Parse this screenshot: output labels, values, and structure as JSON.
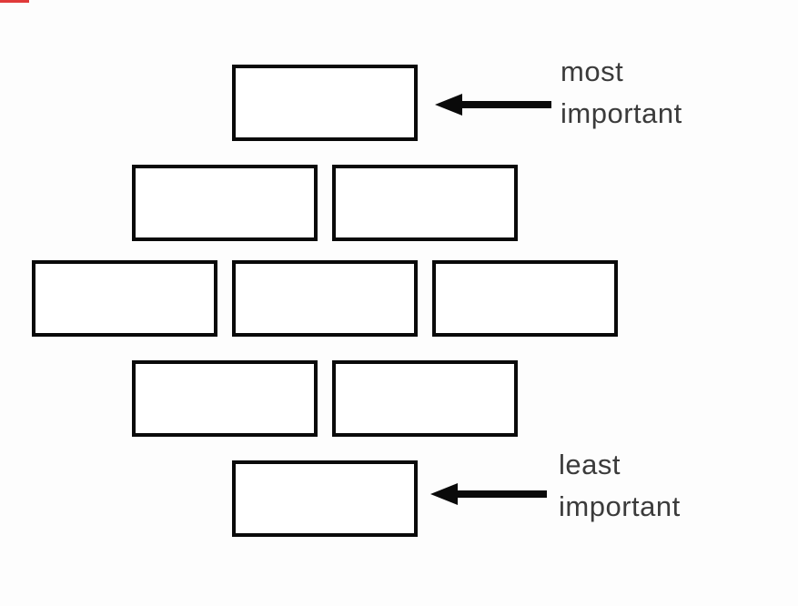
{
  "diagram": {
    "type": "diamond-ranking",
    "rows": [
      1,
      2,
      3,
      2,
      1
    ],
    "box_fill": "#ffffff",
    "box_border_color": "#0a0a0a",
    "arrow_color": "#0a0a0a",
    "label_color": "#3b3b3b",
    "background": "#fdfdfd"
  },
  "annotations": {
    "top": {
      "line1": "most",
      "line2": "important"
    },
    "bottom": {
      "line1": "least",
      "line2": "important"
    }
  }
}
